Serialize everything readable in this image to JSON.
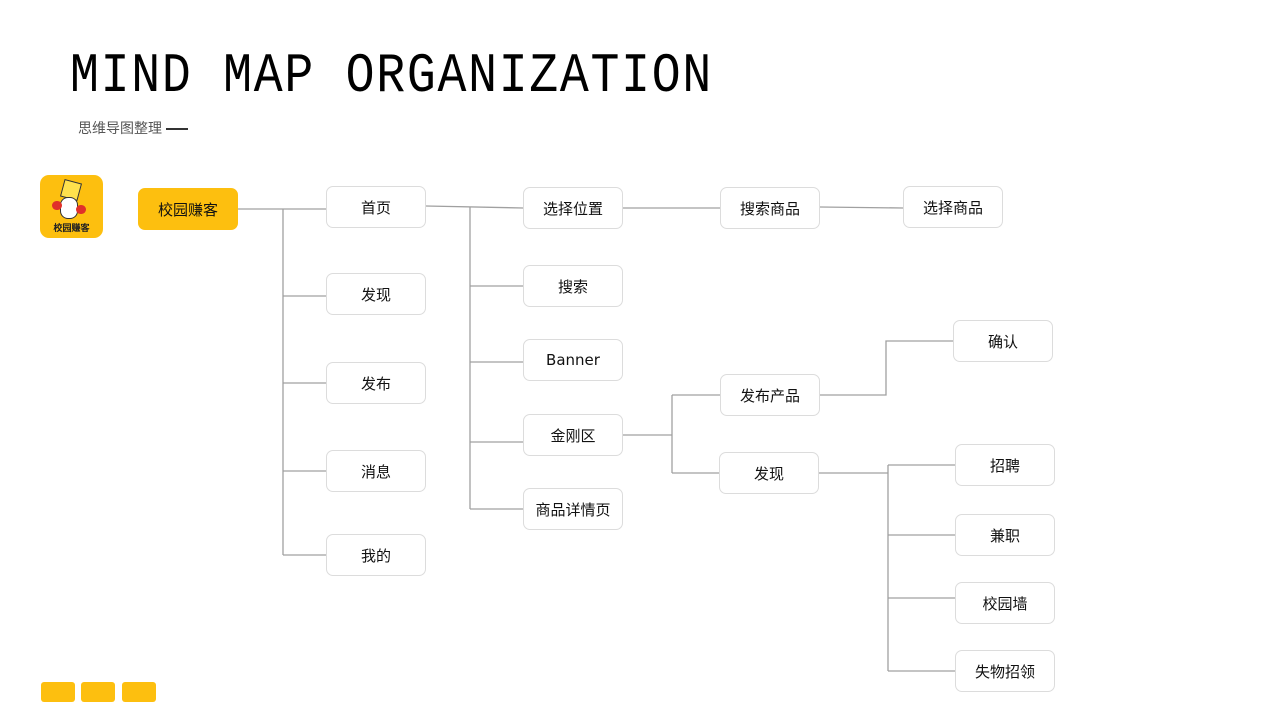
{
  "header": {
    "title": "MIND MAP ORGANIZATION",
    "subtitle": "思维导图整理"
  },
  "logo": {
    "label": "校园赚客",
    "color": "#fdbf0f"
  },
  "mindmap": {
    "root": "校园赚客",
    "level1": [
      "首页",
      "发现",
      "发布",
      "消息",
      "我的"
    ],
    "home_children": [
      "选择位置",
      "搜索",
      "Banner",
      "金刚区",
      "商品详情页"
    ],
    "location_chain": [
      "搜索商品",
      "选择商品"
    ],
    "kingkong_children": [
      "发布产品",
      "发现"
    ],
    "publish_children": [
      "确认"
    ],
    "discover_children": [
      "招聘",
      "兼职",
      "校园墙",
      "失物招领"
    ]
  },
  "colors": {
    "accent": "#fdbf0f",
    "line": "#a0a0a0",
    "node_border": "#dcdcdc"
  },
  "footer": {
    "indicator_count": 3
  }
}
